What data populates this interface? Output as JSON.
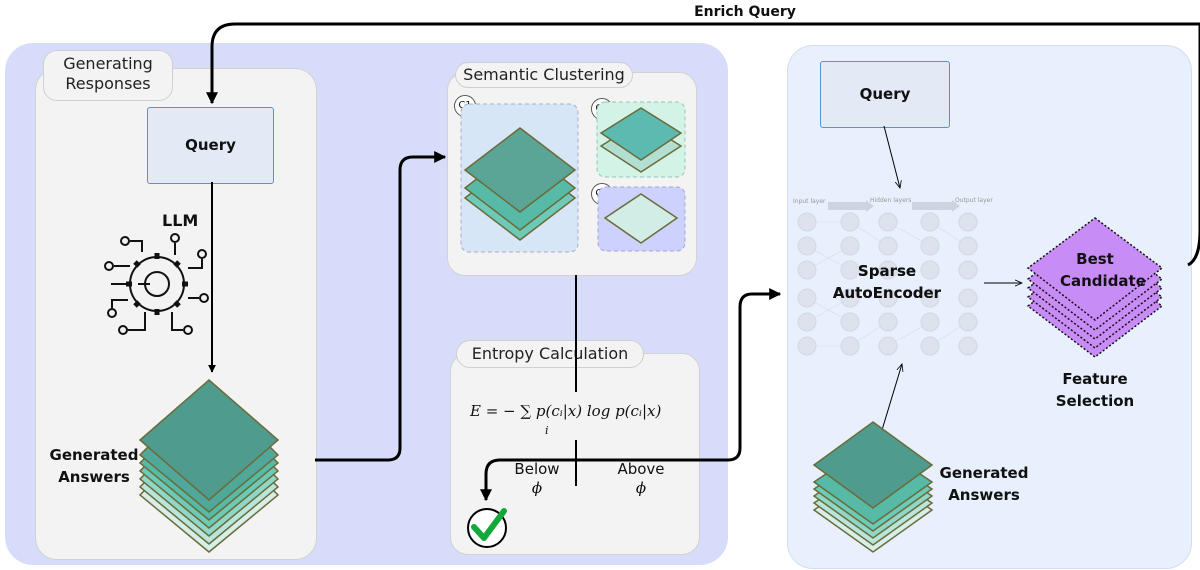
{
  "top_label": "Enrich Query",
  "generating": {
    "title": "Generating Responses",
    "query": "Query",
    "llm": "LLM",
    "answers": "Generated Answers"
  },
  "semantic": {
    "title": "Semantic Clustering",
    "clusters": [
      "C1",
      "C2",
      "C3"
    ]
  },
  "entropy": {
    "title": "Entropy Calculation",
    "formula": "E = − ∑ p(cᵢ|x) log p(cᵢ|x)",
    "sum_index": "i",
    "below": "Below",
    "above": "Above",
    "phi": "ϕ"
  },
  "feature": {
    "query": "Query",
    "sae": "Sparse AutoEncoder",
    "best": "Best Candidate",
    "selection": "Feature Selection",
    "answers": "Generated Answers",
    "nn_labels": {
      "input": "Input layer",
      "hidden": "Hidden layers",
      "output": "Output layer"
    }
  },
  "colors": {
    "panel_left": "#d7dcfb",
    "panel_right": "#e7f0fc",
    "teal_dark": "#4f9c8e",
    "teal_mid": "#5cc0b0",
    "purple": "#c88cf7",
    "check_green": "#12a83a"
  }
}
